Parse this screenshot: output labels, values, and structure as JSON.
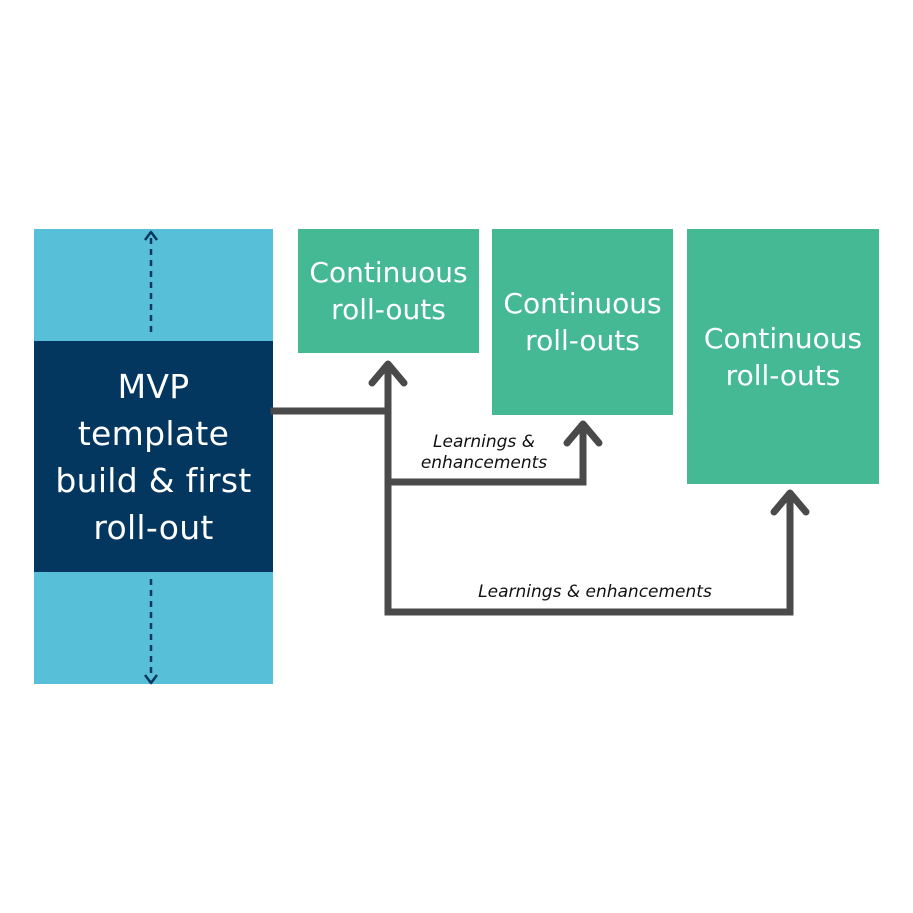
{
  "mvp": {
    "lines": [
      "MVP",
      "template",
      "build & first",
      "roll-out"
    ]
  },
  "rollouts": [
    {
      "line1": "Continuous",
      "line2": "roll-outs"
    },
    {
      "line1": "Continuous",
      "line2": "roll-outs"
    },
    {
      "line1": "Continuous",
      "line2": "roll-outs"
    }
  ],
  "feedback": [
    {
      "line1": "Learnings &",
      "line2": "enhancements"
    },
    {
      "text": "Learnings & enhancements"
    }
  ],
  "colors": {
    "mvp_outer": "#58bfd9",
    "mvp_inner": "#04375f",
    "rollout_box": "#45b993",
    "connector": "#4a4a4a"
  }
}
